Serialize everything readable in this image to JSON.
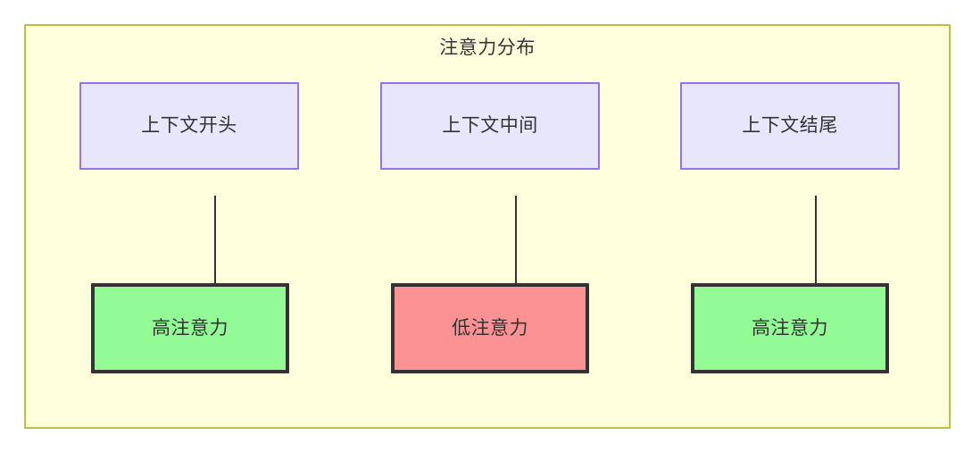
{
  "diagram": {
    "title": "注意力分布",
    "background_color": "#ffffde",
    "border_color": "#bfbf3f",
    "nodes_top": [
      {
        "id": "context-start",
        "label": "上下文开头",
        "fill": "#e7e6fd",
        "stroke": "#9572e8"
      },
      {
        "id": "context-middle",
        "label": "上下文中间",
        "fill": "#e7e6fd",
        "stroke": "#9572e8"
      },
      {
        "id": "context-end",
        "label": "上下文结尾",
        "fill": "#e7e6fd",
        "stroke": "#9572e8"
      }
    ],
    "nodes_bottom": [
      {
        "id": "high-attention-start",
        "label": "高注意力",
        "fill": "#92fb96",
        "stroke": "#333333"
      },
      {
        "id": "low-attention-middle",
        "label": "低注意力",
        "fill": "#fc9294",
        "stroke": "#333333"
      },
      {
        "id": "high-attention-end",
        "label": "高注意力",
        "fill": "#92fb96",
        "stroke": "#333333"
      }
    ],
    "edges": [
      {
        "from": "context-start",
        "to": "high-attention-start",
        "label": ""
      },
      {
        "from": "context-middle",
        "to": "low-attention-middle",
        "label": ""
      },
      {
        "from": "context-end",
        "to": "high-attention-end",
        "label": ""
      }
    ],
    "edge_color": "#333333"
  }
}
